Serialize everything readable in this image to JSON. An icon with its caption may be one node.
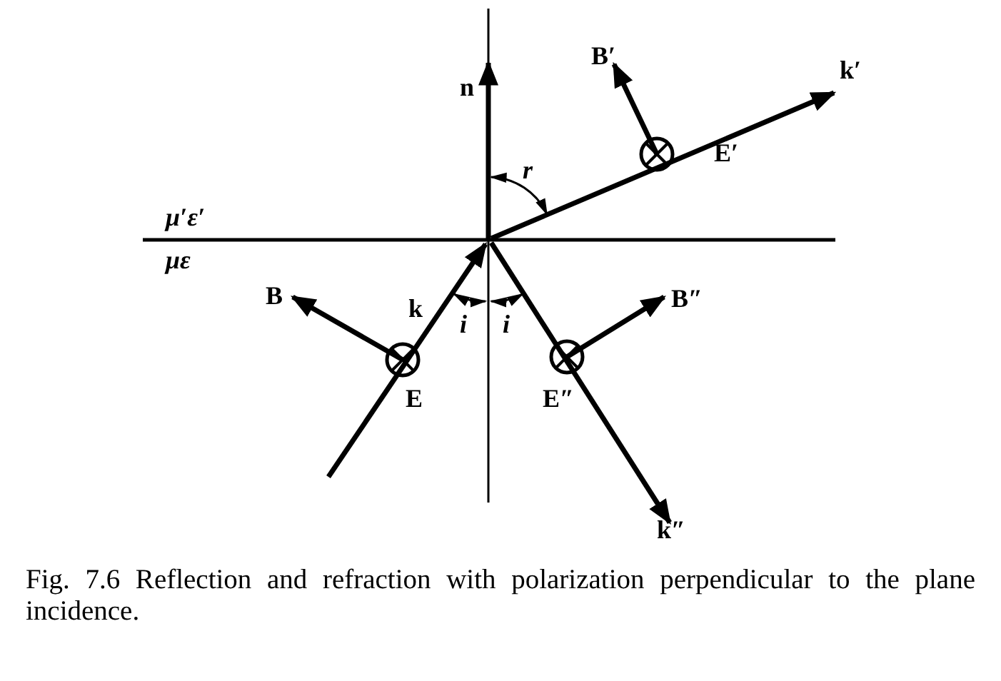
{
  "diagram": {
    "caption": "Fig. 7.6 Reflection and refraction with polarization perpendicular to the plane incidence.",
    "labels": [
      "B′",
      "k′",
      "n",
      "E′",
      "r",
      "μ′ε′",
      "με",
      "B",
      "B″",
      "k",
      "i",
      "i",
      "E",
      "E″",
      "k″"
    ]
  }
}
